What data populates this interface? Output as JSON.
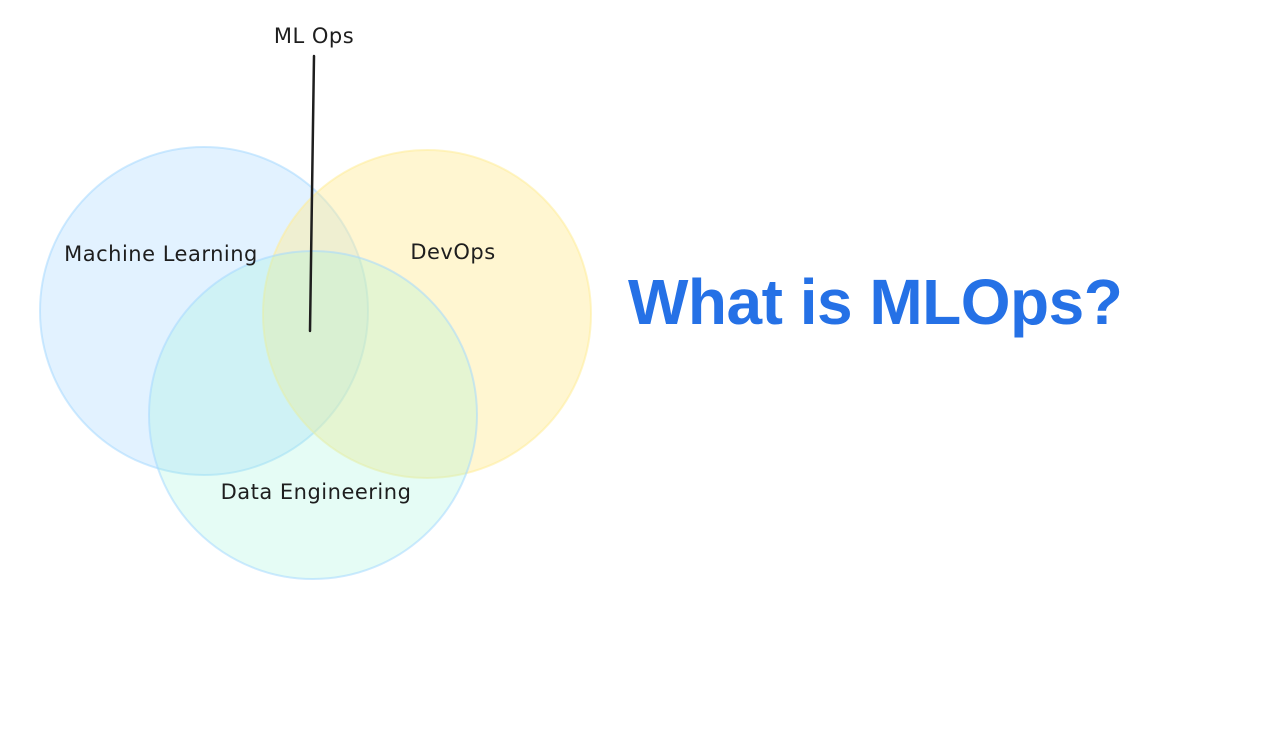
{
  "diagram": {
    "pointer_label": "ML Ops",
    "circles": [
      {
        "label": "Machine Learning",
        "fill": "#a5d8ff",
        "stroke": "#a5d8ff"
      },
      {
        "label": "DevOps",
        "fill": "#ffec99",
        "stroke": "#ffec99"
      },
      {
        "label": "Data Engineering",
        "fill": "#96f2d7",
        "stroke": "#a5d8ff"
      }
    ]
  },
  "heading": {
    "text": "What is MLOps?",
    "color": "#2571e6"
  }
}
